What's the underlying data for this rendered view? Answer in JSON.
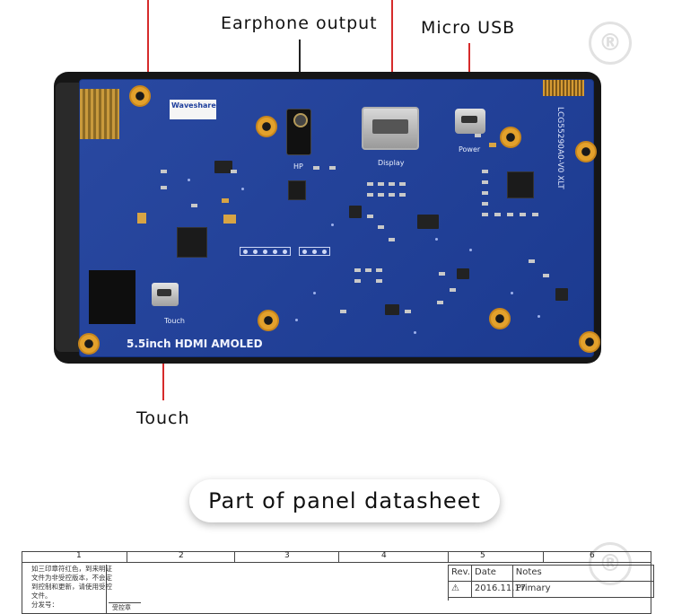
{
  "callouts": {
    "earphone": "Earphone output",
    "micro_usb": "Micro USB",
    "touch": "Touch"
  },
  "board": {
    "title": "5.5inch HDMI AMOLED",
    "model": "LCG55290A0-V0  XLT",
    "hp_label": "HP",
    "display_label": "Display",
    "power_label": "Power",
    "touch_label": "Touch",
    "logo": "Waveshare"
  },
  "section": {
    "title": "Part of panel datasheet"
  },
  "datasheet": {
    "columns": [
      "1",
      "2",
      "3",
      "4",
      "5",
      "6"
    ],
    "notes_lines": [
      "如三印章符红色，到来明证",
      "文件为非受控版本，不会定",
      "到控制和更新，请使用受控",
      "文件。",
      "分发号："
    ],
    "sign_label": "受控章",
    "rev_headers": [
      "Rev.",
      "Date",
      "Notes"
    ],
    "rev_rows": [
      {
        "rev": "⚠",
        "date": "2016.11.17",
        "notes": "Primary"
      }
    ]
  },
  "colors": {
    "pcb": "#1e3f9c",
    "gold": "#e3a12c",
    "callout_red": "#d62b2b"
  },
  "icons": {
    "watermark": "registered-mark-icon"
  }
}
